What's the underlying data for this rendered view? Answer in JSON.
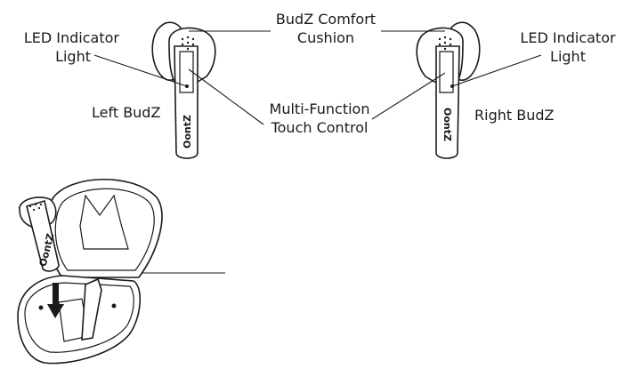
{
  "labels": {
    "comfort_cushion_line1": "BudZ Comfort",
    "comfort_cushion_line2": "Cushion",
    "led_left_line1": "LED Indicator",
    "led_left_line2": "Light",
    "led_right_line1": "LED Indicator",
    "led_right_line2": "Light",
    "left_budz": "Left BudZ",
    "right_budz": "Right BudZ",
    "touch_line1": "Multi-Function",
    "touch_line2": "Touch Control"
  },
  "brand": {
    "logo_text": "OontZ"
  }
}
